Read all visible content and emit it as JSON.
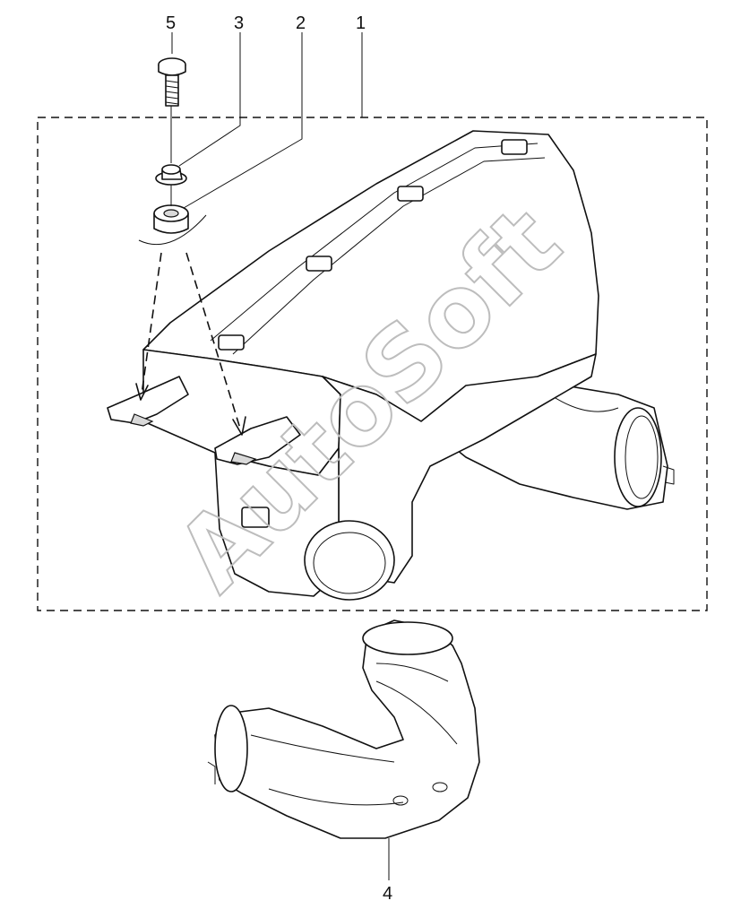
{
  "callouts": {
    "c5": "5",
    "c3": "3",
    "c2": "2",
    "c1": "1",
    "c4": "4"
  },
  "watermark": "AutoSoft",
  "parts": [
    {
      "id": "1",
      "icon": "air-cleaner-housing-icon"
    },
    {
      "id": "2",
      "icon": "rubber-grommet-icon"
    },
    {
      "id": "3",
      "icon": "flange-nut-icon"
    },
    {
      "id": "4",
      "icon": "intake-hose-icon"
    },
    {
      "id": "5",
      "icon": "bolt-icon"
    }
  ]
}
